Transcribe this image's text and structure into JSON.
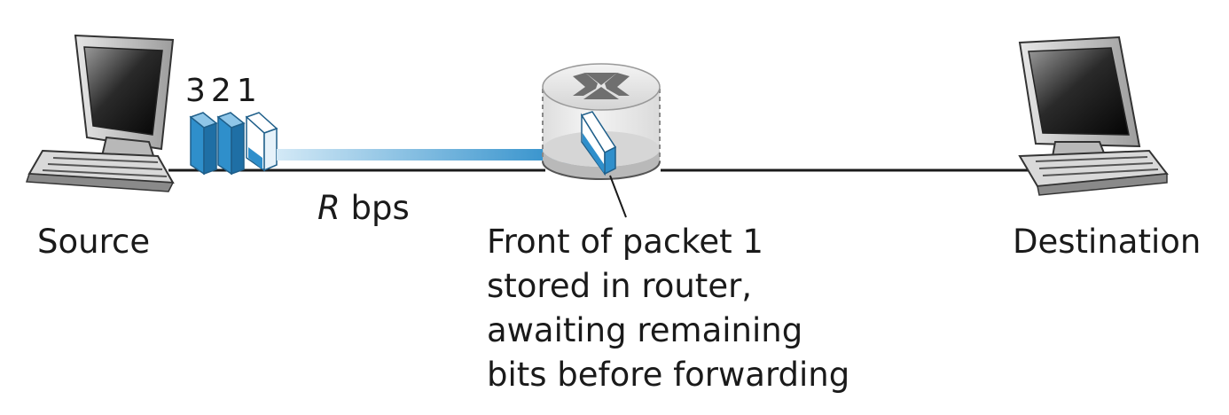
{
  "source": {
    "label": "Source"
  },
  "destination": {
    "label": "Destination"
  },
  "link": {
    "rate_symbol": "R",
    "rate_unit": "bps"
  },
  "packets": {
    "numbers": [
      "3",
      "2",
      "1"
    ]
  },
  "router": {
    "caption_lines": [
      "Front of packet 1",
      "stored in router,",
      "awaiting remaining",
      "bits before forwarding"
    ]
  },
  "colors": {
    "packet_blue": "#2f8fcb",
    "line": "#1a1a1a",
    "router_body": "#dedede"
  }
}
